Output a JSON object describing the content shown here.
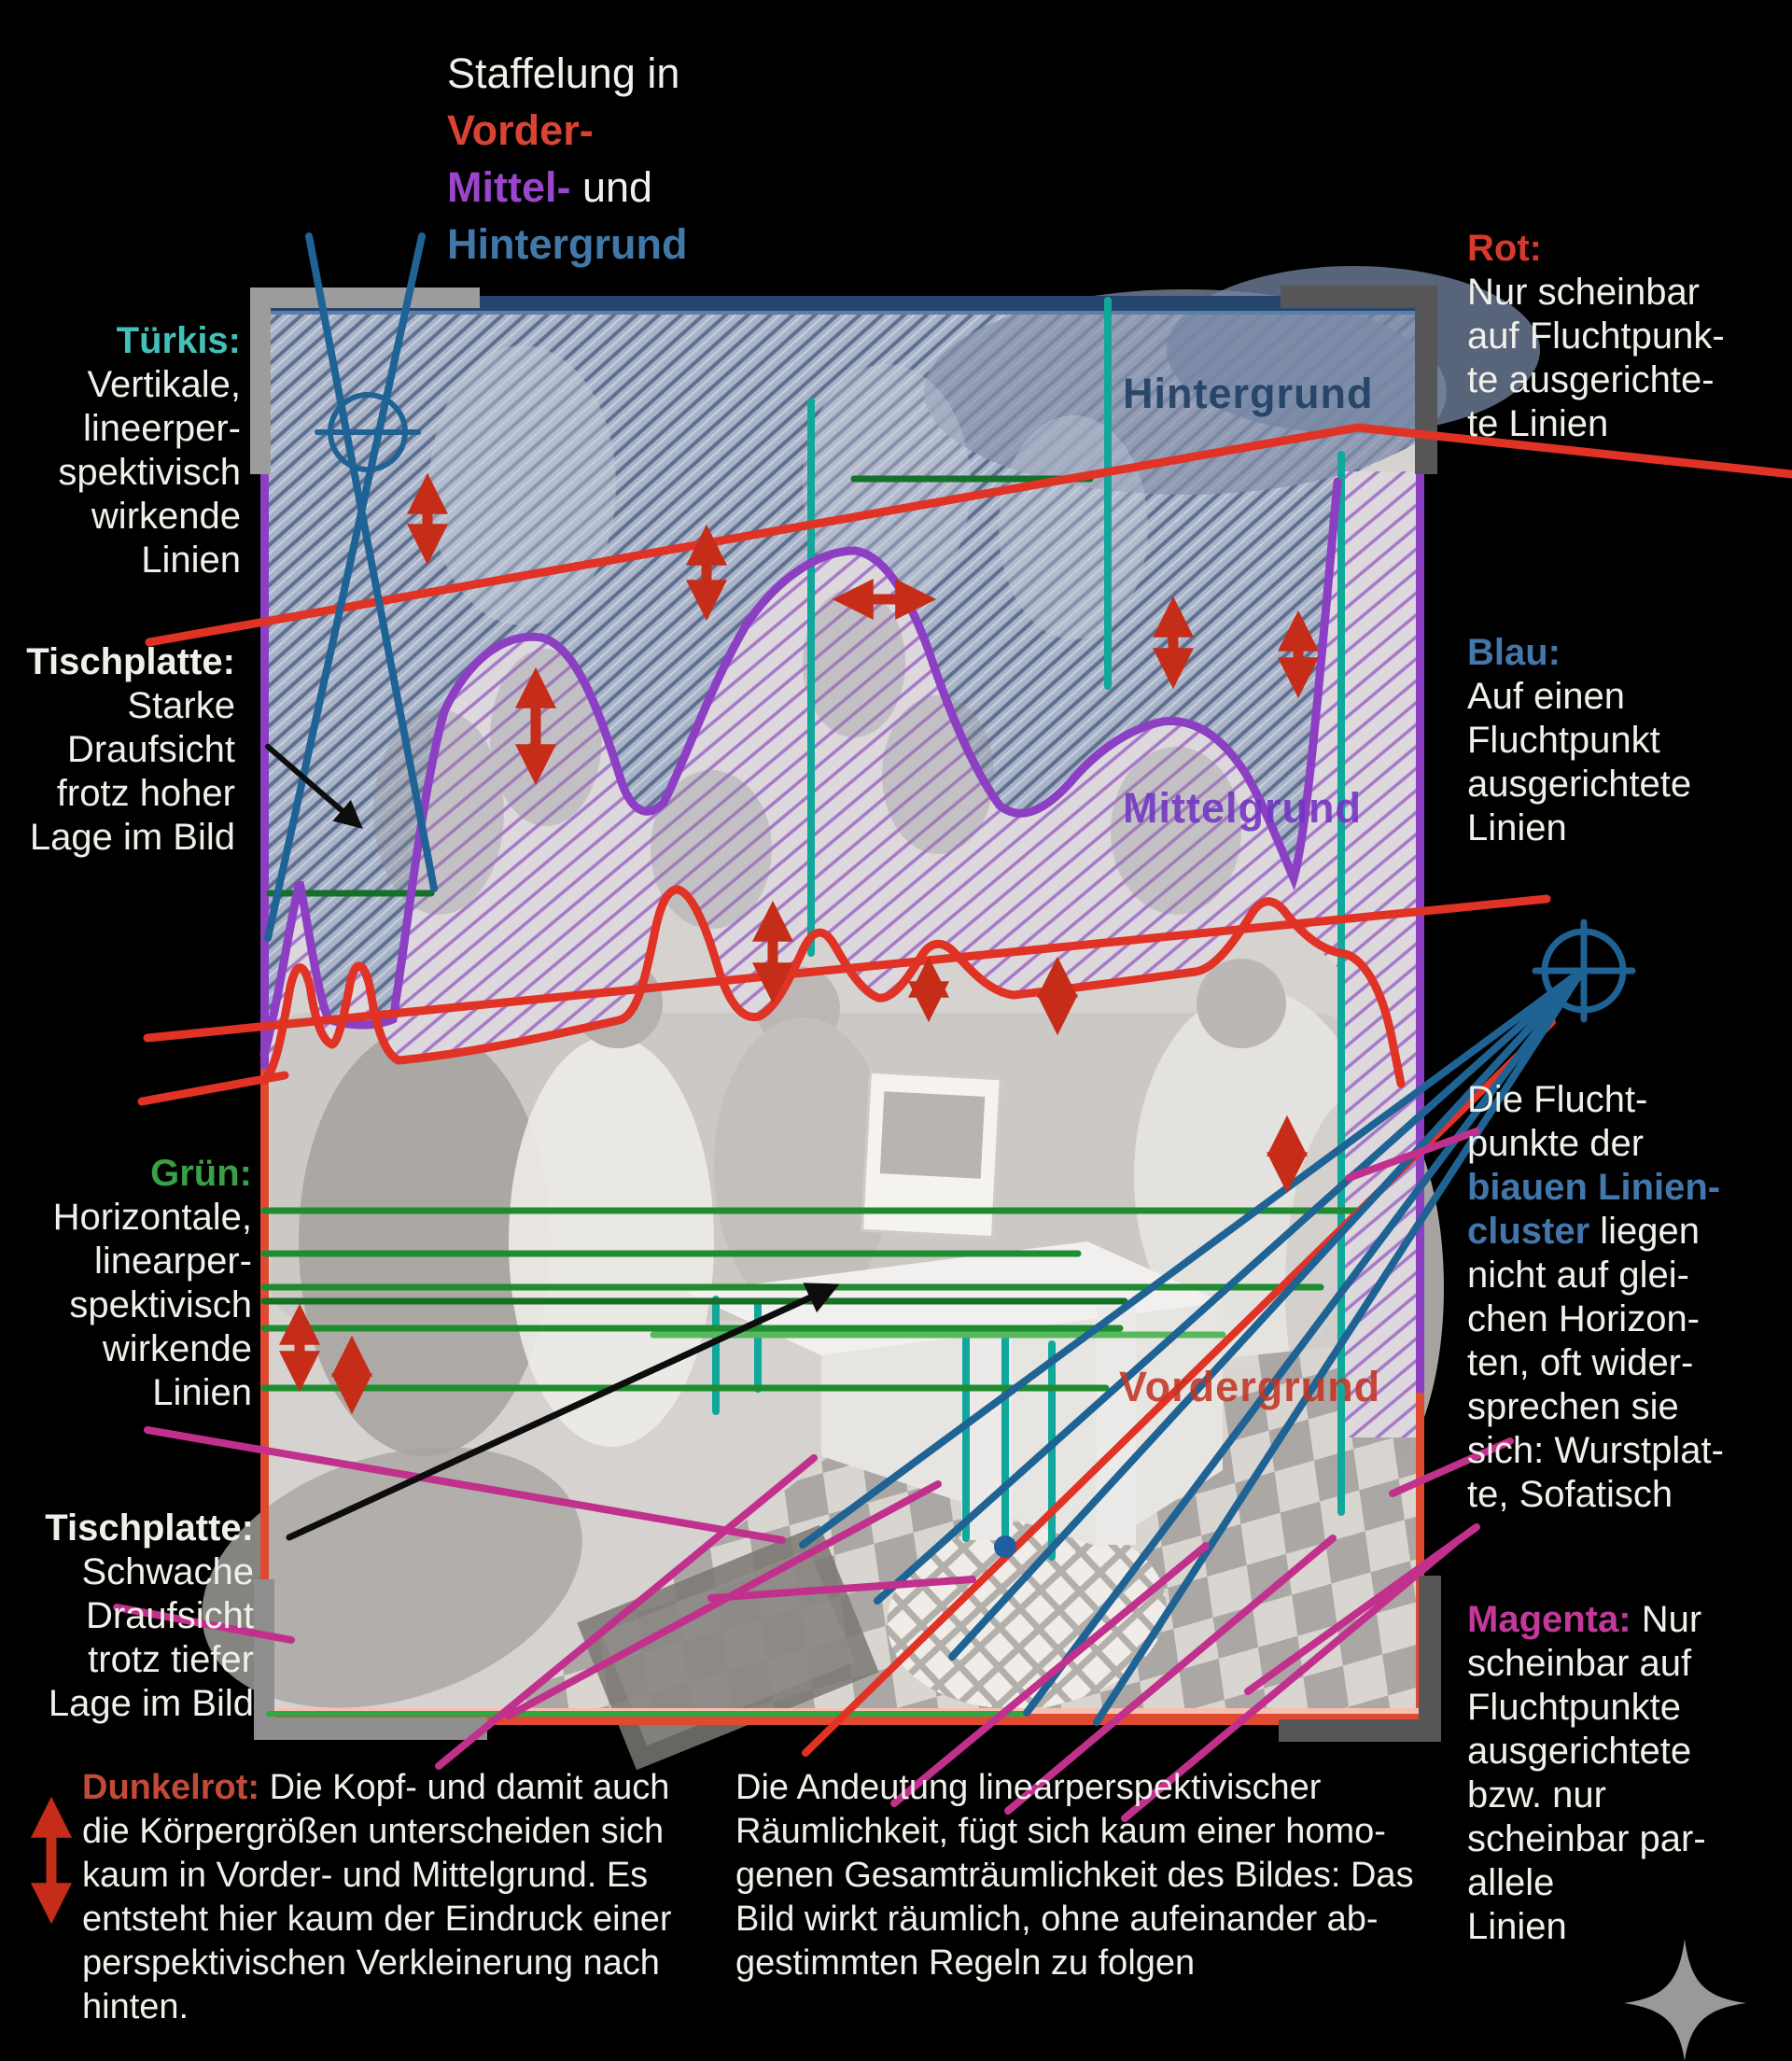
{
  "colors": {
    "background": "#000000",
    "red_line": "#e03225",
    "dark_red_arrow": "#c62d18",
    "purple_line": "#8d3fc4",
    "blue_line": "#2a6da5",
    "teal_line": "#12a79b",
    "green_line": "#1f8c2f",
    "dark_green_line": "#14702a",
    "magenta_line": "#c2308d",
    "navy_label": "#1d3d61",
    "mittelgrund_label": "#7233c2",
    "vordergrund_label": "#c43524"
  },
  "legend_staffelung": {
    "intro": "Staffelung in",
    "vorder": "Vorder-",
    "mittel": "Mittel-",
    "und": "und",
    "hintergrund": "Hintergrund"
  },
  "tuerkis": {
    "label": "Türkis:",
    "lines": [
      "Vertikale,",
      "lineerper-",
      "spektivisch",
      "wirkende",
      "Linien"
    ]
  },
  "tischplatte_oben": {
    "label": "Tischplatte:",
    "lines": [
      "Starke",
      "Draufsicht",
      "frotz hoher",
      "Lage im Bild"
    ]
  },
  "rot": {
    "label": "Rot:",
    "lines": [
      "Nur scheinbar",
      "auf Fluchtpunk-",
      "te ausgerichte-",
      "te Linien"
    ]
  },
  "blau": {
    "label": "Blau:",
    "lines": [
      "Auf einen",
      "Fluchtpunkt",
      "ausgerichtete",
      "Linien"
    ]
  },
  "fluchtpunkte": {
    "line1": "Die Flucht-",
    "line2": "punkte der",
    "line3": "biauen Linien-",
    "line4_blue": "cluster",
    "line4_rest": " liegen",
    "rest_lines": [
      "nicht auf glei-",
      "chen Horizon-",
      "ten, oft wider-",
      "sprechen sie",
      "sich: Wurstplat-",
      "te, Sofatisch"
    ]
  },
  "gruen": {
    "label": "Grün:",
    "lines": [
      "Horizontale,",
      "linearper-",
      "spektivisch",
      "wirkende",
      "Linien"
    ]
  },
  "tischplatte_unten": {
    "label": "Tischplatte:",
    "lines": [
      "Schwache",
      "Draufsicht",
      "trotz tiefer",
      "Lage im Bild"
    ]
  },
  "dunkelrot": {
    "label": "Dunkelrot:",
    "lines": [
      "Die Kopf- und damit auch",
      "die Körpergrößen unterscheiden sich",
      "kaum in Vorder- und Mittelgrund. Es",
      "entsteht hier kaum der Eindruck einer",
      "perspektivischen Verkleinerung nach",
      "hinten."
    ]
  },
  "zentrum": {
    "lines": [
      "Die Andeutung linearperspektivischer",
      "Räumlichkeit, fügt sich kaum einer homo-",
      "genen Gesamträumlichkeit des Bildes: Das",
      "Bild wirkt räumlich, ohne aufeinander ab-",
      "gestimmten Regeln zu folgen"
    ]
  },
  "magenta": {
    "label": "Magenta:",
    "first_rest": "Nur",
    "lines": [
      "scheinbar auf",
      "Fluchtpunkte",
      "ausgerichtete",
      "bzw. nur",
      "scheinbar par-",
      "allele",
      "Linien"
    ]
  },
  "bildlabels": {
    "hintergrund": "Hintergrund",
    "mittelgrund": "Mittelgrund",
    "vordergrund": "Vordergrund"
  },
  "icons": {
    "vanishing_point": "crosshair-circle",
    "sparkle": "four-point-star",
    "double_arrow": "vertical-double-arrow"
  }
}
